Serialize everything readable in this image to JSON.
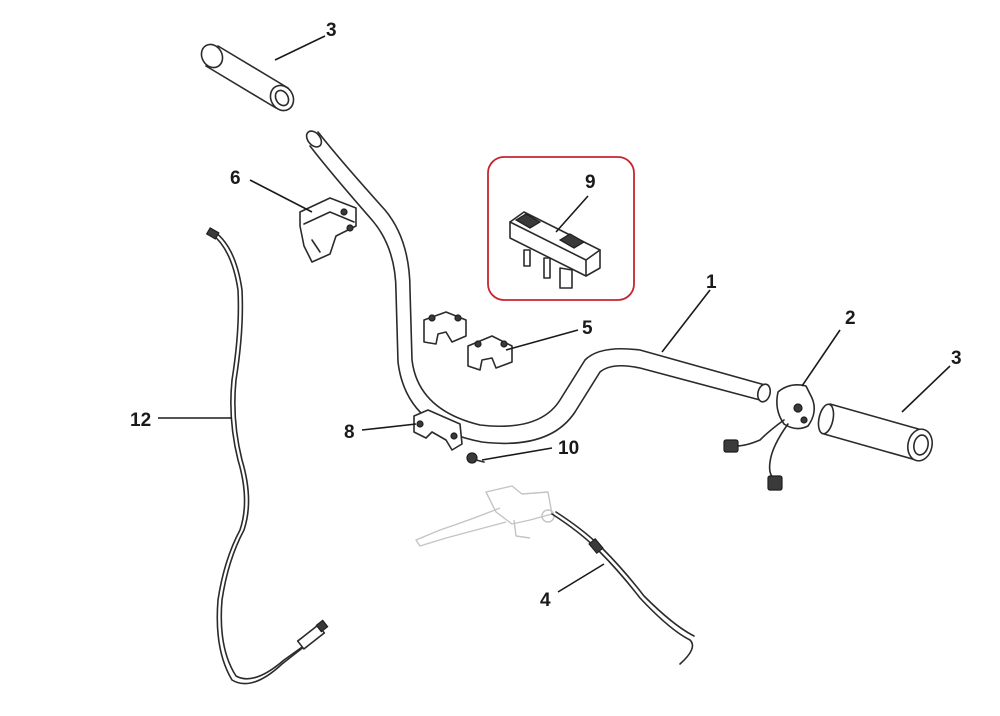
{
  "diagram": {
    "callouts": {
      "c1": "1",
      "c2": "2",
      "c3_top": "3",
      "c3_right": "3",
      "c4": "4",
      "c5": "5",
      "c6": "6",
      "c8": "8",
      "c9": "9",
      "c10": "10",
      "c12": "12"
    },
    "highlight_color": "#c8242f"
  }
}
